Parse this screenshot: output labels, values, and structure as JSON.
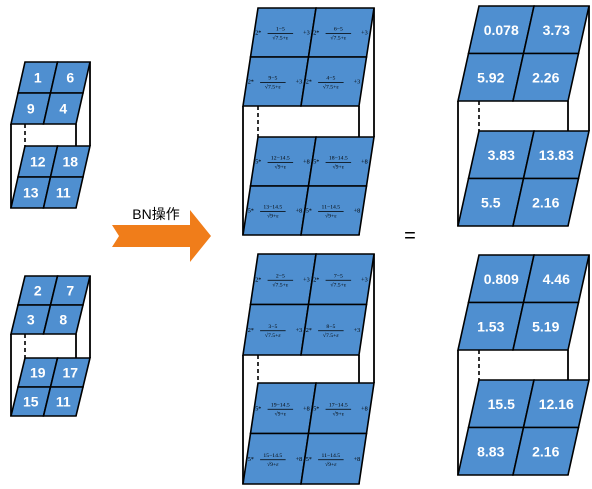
{
  "colors": {
    "cell_fill": "#4f8fd0",
    "cell_stroke": "#000000",
    "arrow_fill": "#f07d1a",
    "text_light": "#ffffff",
    "text_dark": "#000000"
  },
  "arrow": {
    "label": "BN操作"
  },
  "equals_sign": "=",
  "input_blocks": [
    {
      "top": [
        "1",
        "6",
        "9",
        "4"
      ],
      "bottom": [
        "12",
        "18",
        "13",
        "11"
      ]
    },
    {
      "top": [
        "2",
        "7",
        "3",
        "8"
      ],
      "bottom": [
        "19",
        "17",
        "15",
        "11"
      ]
    }
  ],
  "formula_blocks": [
    {
      "top": [
        {
          "coef": "2",
          "num": "1−5",
          "den": "√7.5+ε",
          "shift": "3"
        },
        {
          "coef": "2",
          "num": "6−5",
          "den": "√7.5+ε",
          "shift": "3"
        },
        {
          "coef": "2",
          "num": "9−5",
          "den": "√7.5+ε",
          "shift": "3"
        },
        {
          "coef": "2",
          "num": "4−5",
          "den": "√7.5+ε",
          "shift": "3"
        }
      ],
      "bottom": [
        {
          "coef": "5",
          "num": "12−14.5",
          "den": "√9+ε",
          "shift": "8"
        },
        {
          "coef": "5",
          "num": "18−14.5",
          "den": "√9+ε",
          "shift": "8"
        },
        {
          "coef": "5",
          "num": "13−14.5",
          "den": "√9+ε",
          "shift": "8"
        },
        {
          "coef": "5",
          "num": "11−14.5",
          "den": "√9+ε",
          "shift": "8"
        }
      ]
    },
    {
      "top": [
        {
          "coef": "2",
          "num": "2−5",
          "den": "√7.5+ε",
          "shift": "3"
        },
        {
          "coef": "2",
          "num": "7−5",
          "den": "√7.5+ε",
          "shift": "3"
        },
        {
          "coef": "2",
          "num": "3−5",
          "den": "√7.5+ε",
          "shift": "3"
        },
        {
          "coef": "2",
          "num": "8−5",
          "den": "√7.5+ε",
          "shift": "3"
        }
      ],
      "bottom": [
        {
          "coef": "5",
          "num": "19−14.5",
          "den": "√9+ε",
          "shift": "8"
        },
        {
          "coef": "5",
          "num": "17−14.5",
          "den": "√9+ε",
          "shift": "8"
        },
        {
          "coef": "5",
          "num": "15−14.5",
          "den": "√9+ε",
          "shift": "8"
        },
        {
          "coef": "5",
          "num": "11−14.5",
          "den": "√9+ε",
          "shift": "8"
        }
      ]
    }
  ],
  "output_blocks": [
    {
      "top": [
        "0.078",
        "3.73",
        "5.92",
        "2.26"
      ],
      "bottom": [
        "3.83",
        "13.83",
        "5.5",
        "2.16"
      ]
    },
    {
      "top": [
        "0.809",
        "4.46",
        "1.53",
        "5.19"
      ],
      "bottom": [
        "15.5",
        "12.16",
        "8.83",
        "2.16"
      ]
    }
  ]
}
